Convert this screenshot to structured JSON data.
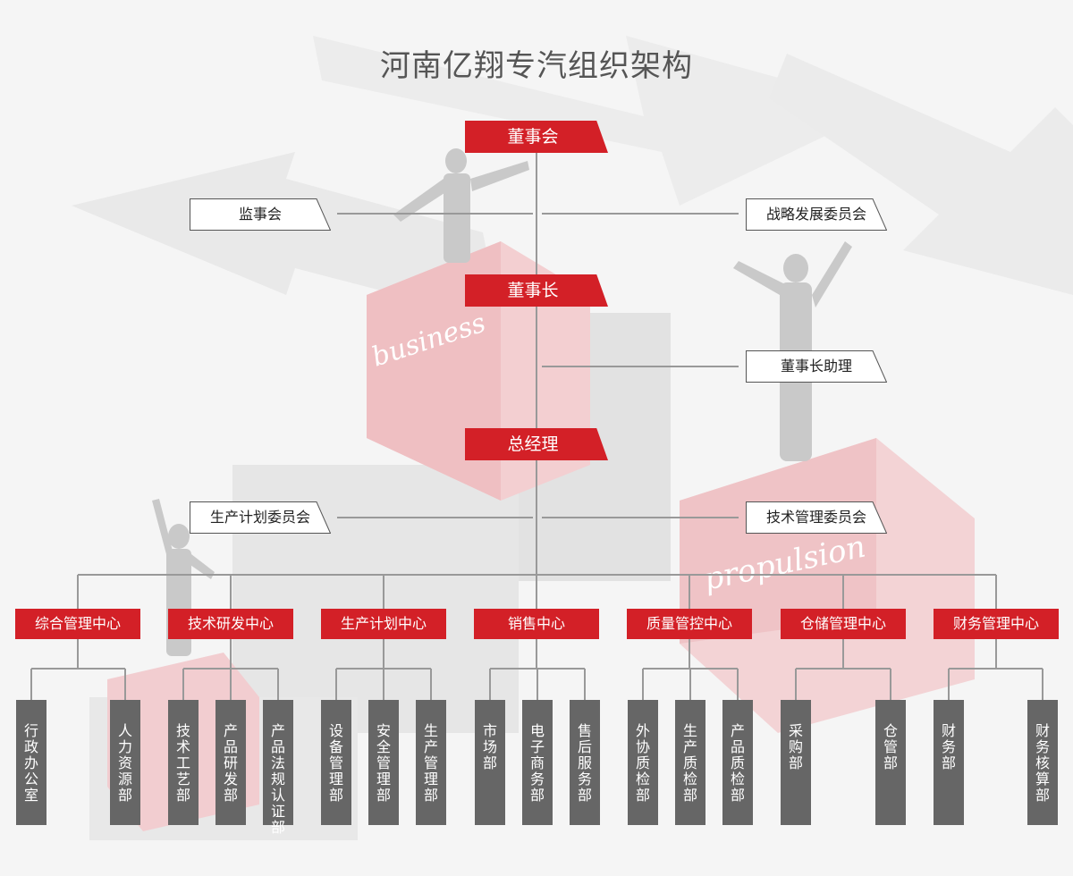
{
  "title": "河南亿翔专汽组织架构",
  "board": "董事会",
  "supervisory_board": "监事会",
  "strategy_committee": "战略发展委员会",
  "chairman": "董事长",
  "chairman_assistant": "董事长助理",
  "general_manager": "总经理",
  "production_planning_committee": "生产计划委员会",
  "technical_management_committee": "技术管理委员会",
  "background_words": [
    "business",
    "propulsion"
  ],
  "centers": [
    {
      "name": "综合管理中心",
      "departments": [
        "行政办公室",
        "人力资源部"
      ]
    },
    {
      "name": "技术研发中心",
      "departments": [
        "技术工艺部",
        "产品研发部",
        "产品法规认证部"
      ]
    },
    {
      "name": "生产计划中心",
      "departments": [
        "设备管理部",
        "安全管理部",
        "生产管理部"
      ]
    },
    {
      "name": "销售中心",
      "departments": [
        "市场部",
        "电子商务部",
        "售后服务部"
      ]
    },
    {
      "name": "质量管控中心",
      "departments": [
        "外协质检部",
        "生产质检部",
        "产品质检部"
      ]
    },
    {
      "name": "仓储管理中心",
      "departments": [
        "采购部",
        "仓管部"
      ]
    },
    {
      "name": "财务管理中心",
      "departments": [
        "财务部",
        "财务核算部"
      ]
    }
  ],
  "colors": {
    "accent": "#d32027",
    "dept": "#666666",
    "line": "#999999"
  }
}
